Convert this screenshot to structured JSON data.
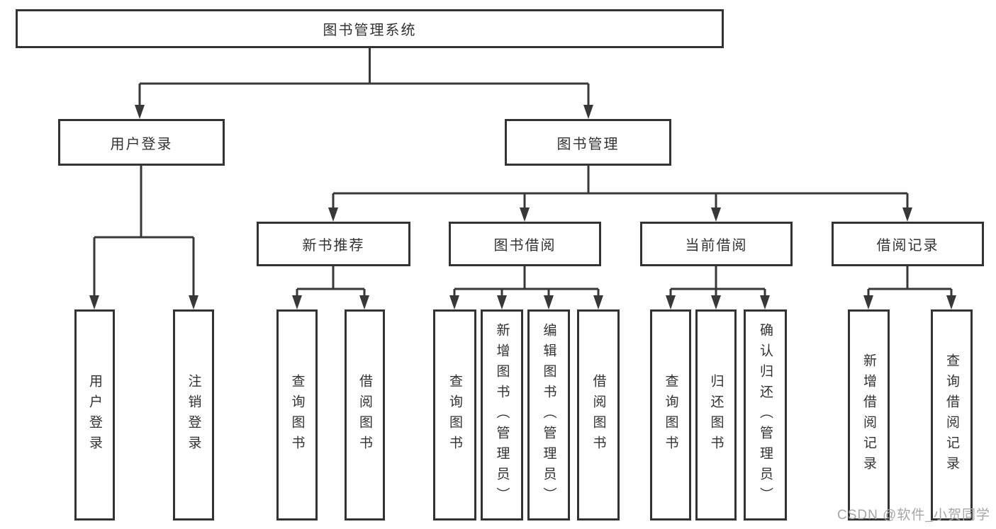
{
  "diagram": {
    "title": "图书管理系统",
    "colors": {
      "line": "#383838",
      "box_border": "#333333",
      "box_fill": "#ffffff",
      "text": "#333333",
      "watermark": "#a6a6a6"
    },
    "nodes": {
      "root": {
        "label": "图书管理系统"
      },
      "login": {
        "label": "用户登录"
      },
      "management": {
        "label": "图书管理"
      },
      "recommend": {
        "label": "新书推荐"
      },
      "borrow": {
        "label": "图书借阅"
      },
      "current": {
        "label": "当前借阅"
      },
      "records": {
        "label": "借阅记录"
      },
      "leaf_login": {
        "label": "用户登录"
      },
      "leaf_logout": {
        "label": "注销登录"
      },
      "leaf_rec_query": {
        "label": "查询图书"
      },
      "leaf_rec_borrow": {
        "label": "借阅图书"
      },
      "leaf_bor_query": {
        "label": "查询图书"
      },
      "leaf_bor_add": {
        "label": "新增图书（管理员）"
      },
      "leaf_bor_edit": {
        "label": "编辑图书（管理员）"
      },
      "leaf_bor_borrow": {
        "label": "借阅图书"
      },
      "leaf_cur_query": {
        "label": "查询图书"
      },
      "leaf_cur_return": {
        "label": "归还图书"
      },
      "leaf_cur_confirm": {
        "label": "确认归还（管理员）"
      },
      "leaf_recd_add": {
        "label": "新增借阅记录"
      },
      "leaf_recd_query": {
        "label": "查询借阅记录"
      }
    },
    "watermark": {
      "text": "CSDN @软件_小贺同学"
    }
  }
}
